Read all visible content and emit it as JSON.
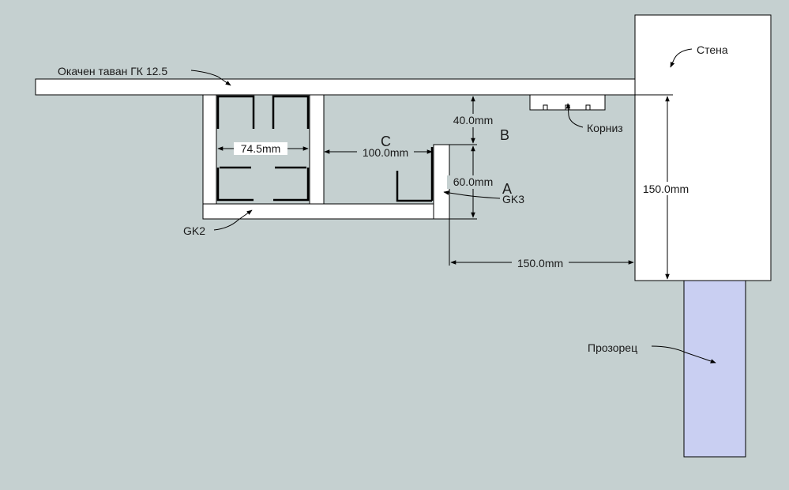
{
  "labels": {
    "ceiling": "Окачен таван ГК 12.5",
    "wall": "Стена",
    "cornice": "Корниз",
    "window": "Прозорец",
    "gk2": "GK2",
    "gk3": "GK3",
    "letter_a": "A",
    "letter_b": "B",
    "letter_c": "C"
  },
  "dimensions": {
    "d_74_5": "74.5mm",
    "d_100": "100.0mm",
    "d_40": "40.0mm",
    "d_60": "60.0mm",
    "d_150_horizontal": "150.0mm",
    "d_150_vertical": "150.0mm"
  },
  "colors": {
    "background": "#c5d0d0",
    "panel": "#ffffff",
    "window": "#c9cff2",
    "line": "#000000"
  }
}
